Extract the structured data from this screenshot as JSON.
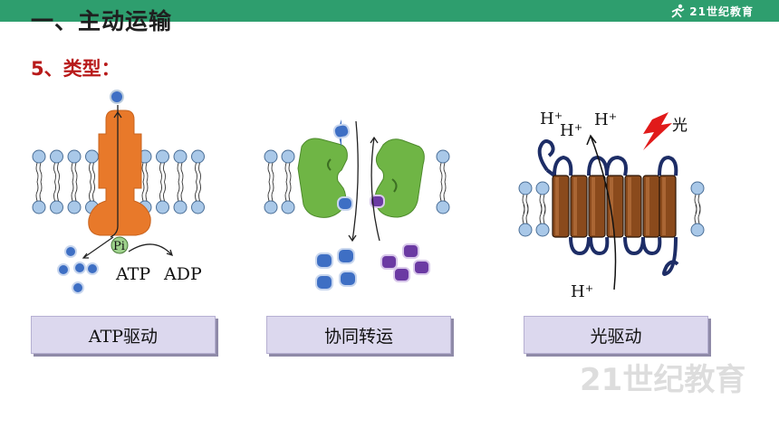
{
  "header": {
    "title": "一、主动运输",
    "subtitle": "5、类型：",
    "logo_text": "21世纪教育"
  },
  "panels": [
    {
      "caption": "ATP驱动",
      "labels": {
        "pi": "Pi",
        "atp": "ATP",
        "adp": "ADP"
      }
    },
    {
      "caption": "协同转运"
    },
    {
      "caption": "光驱动",
      "labels": {
        "h1": "H⁺",
        "h2": "H⁺",
        "h3": "H⁺",
        "h4": "H⁺",
        "light": "光"
      }
    }
  ],
  "colors": {
    "header_bar": "#2e9e6e",
    "subtitle": "#b81a1a",
    "pump_orange": "#e8792a",
    "transporter_green": "#6fb545",
    "rhodopsin_brown": "#8a4a1c",
    "lipid_head": "#a9c8e8",
    "solute_blue": "#3e6fc4",
    "solute_purple": "#6b3aa3",
    "caption_box": "#dcd8ee"
  },
  "watermark": {
    "text": "21世纪教育"
  }
}
